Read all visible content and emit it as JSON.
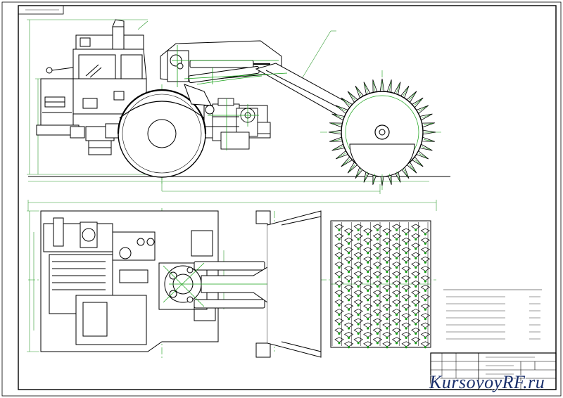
{
  "drawing": {
    "title": "",
    "views": [
      "side-elevation",
      "plan-view"
    ],
    "colors": {
      "sheet": "#ffffff",
      "line": "#000000",
      "dimension": "#2f9a2f",
      "centerline": "#16a016"
    },
    "spec_table": {
      "rows": 7
    }
  },
  "watermark": {
    "text": "KursovoyRF.ru"
  }
}
